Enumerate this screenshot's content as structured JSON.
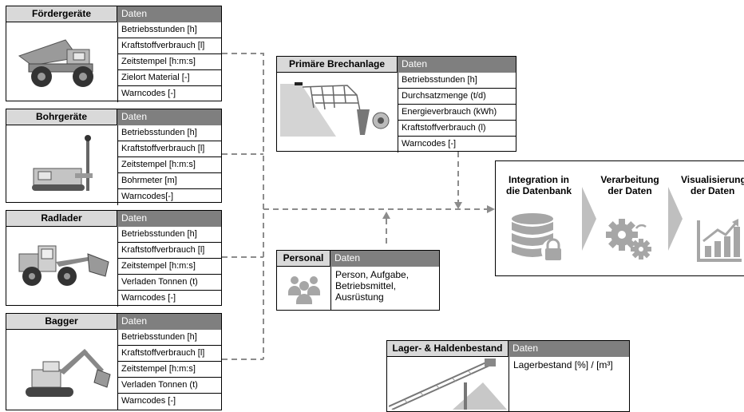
{
  "data_header": "Daten",
  "equipment": [
    {
      "title": "Fördergeräte",
      "rows": [
        "Betriebsstunden [h]",
        "Kraftstoffverbrauch [l]",
        "Zeitstempel [h:m:s]",
        "Zielort Material [-]",
        "Warncodes [-]"
      ]
    },
    {
      "title": "Bohrgeräte",
      "rows": [
        "Betriebsstunden [h]",
        "Kraftstoffverbrauch [l]",
        "Zeitstempel [h:m:s]",
        "Bohrmeter [m]",
        "Warncodes[-]"
      ]
    },
    {
      "title": "Radlader",
      "rows": [
        "Betriebsstunden [h]",
        "Kraftstoffverbrauch [l]",
        "Zeitstempel [h:m:s]",
        "Verladen Tonnen (t)",
        "Warncodes [-]"
      ]
    },
    {
      "title": "Bagger",
      "rows": [
        "Betriebsstunden [h]",
        "Kraftstoffverbrauch [l]",
        "Zeitstempel [h:m:s]",
        "Verladen Tonnen (t)",
        "Warncodes [-]"
      ]
    }
  ],
  "crusher": {
    "title": "Primäre Brechanlage",
    "rows": [
      "Betriebsstunden [h]",
      "Durchsatzmenge (t/d)",
      "Energieverbrauch (kWh)",
      "Kraftstoffverbrauch (l)",
      "Warncodes [-]"
    ]
  },
  "personnel": {
    "title": "Personal",
    "text": [
      "Person, Aufgabe,",
      "Betriebsmittel,",
      "Ausrüstung"
    ]
  },
  "stockpile": {
    "title": "Lager- & Haldenbestand",
    "text": "Lagerbestand [%] / [m³]"
  },
  "pipeline": {
    "steps": [
      {
        "line1": "Integration in",
        "line2": "die Datenbank",
        "icon": "database-lock-icon"
      },
      {
        "line1": "Verarbeitung",
        "line2": "der Daten",
        "icon": "gears-icon"
      },
      {
        "line1": "Visualisierung",
        "line2": "der Daten",
        "icon": "bar-chart-icon"
      }
    ]
  },
  "colors": {
    "title_bg": "#d9d9d9",
    "data_header_bg": "#7f7f7f",
    "connector": "#8c8c8c",
    "icon_gray": "#a6a6a6"
  }
}
